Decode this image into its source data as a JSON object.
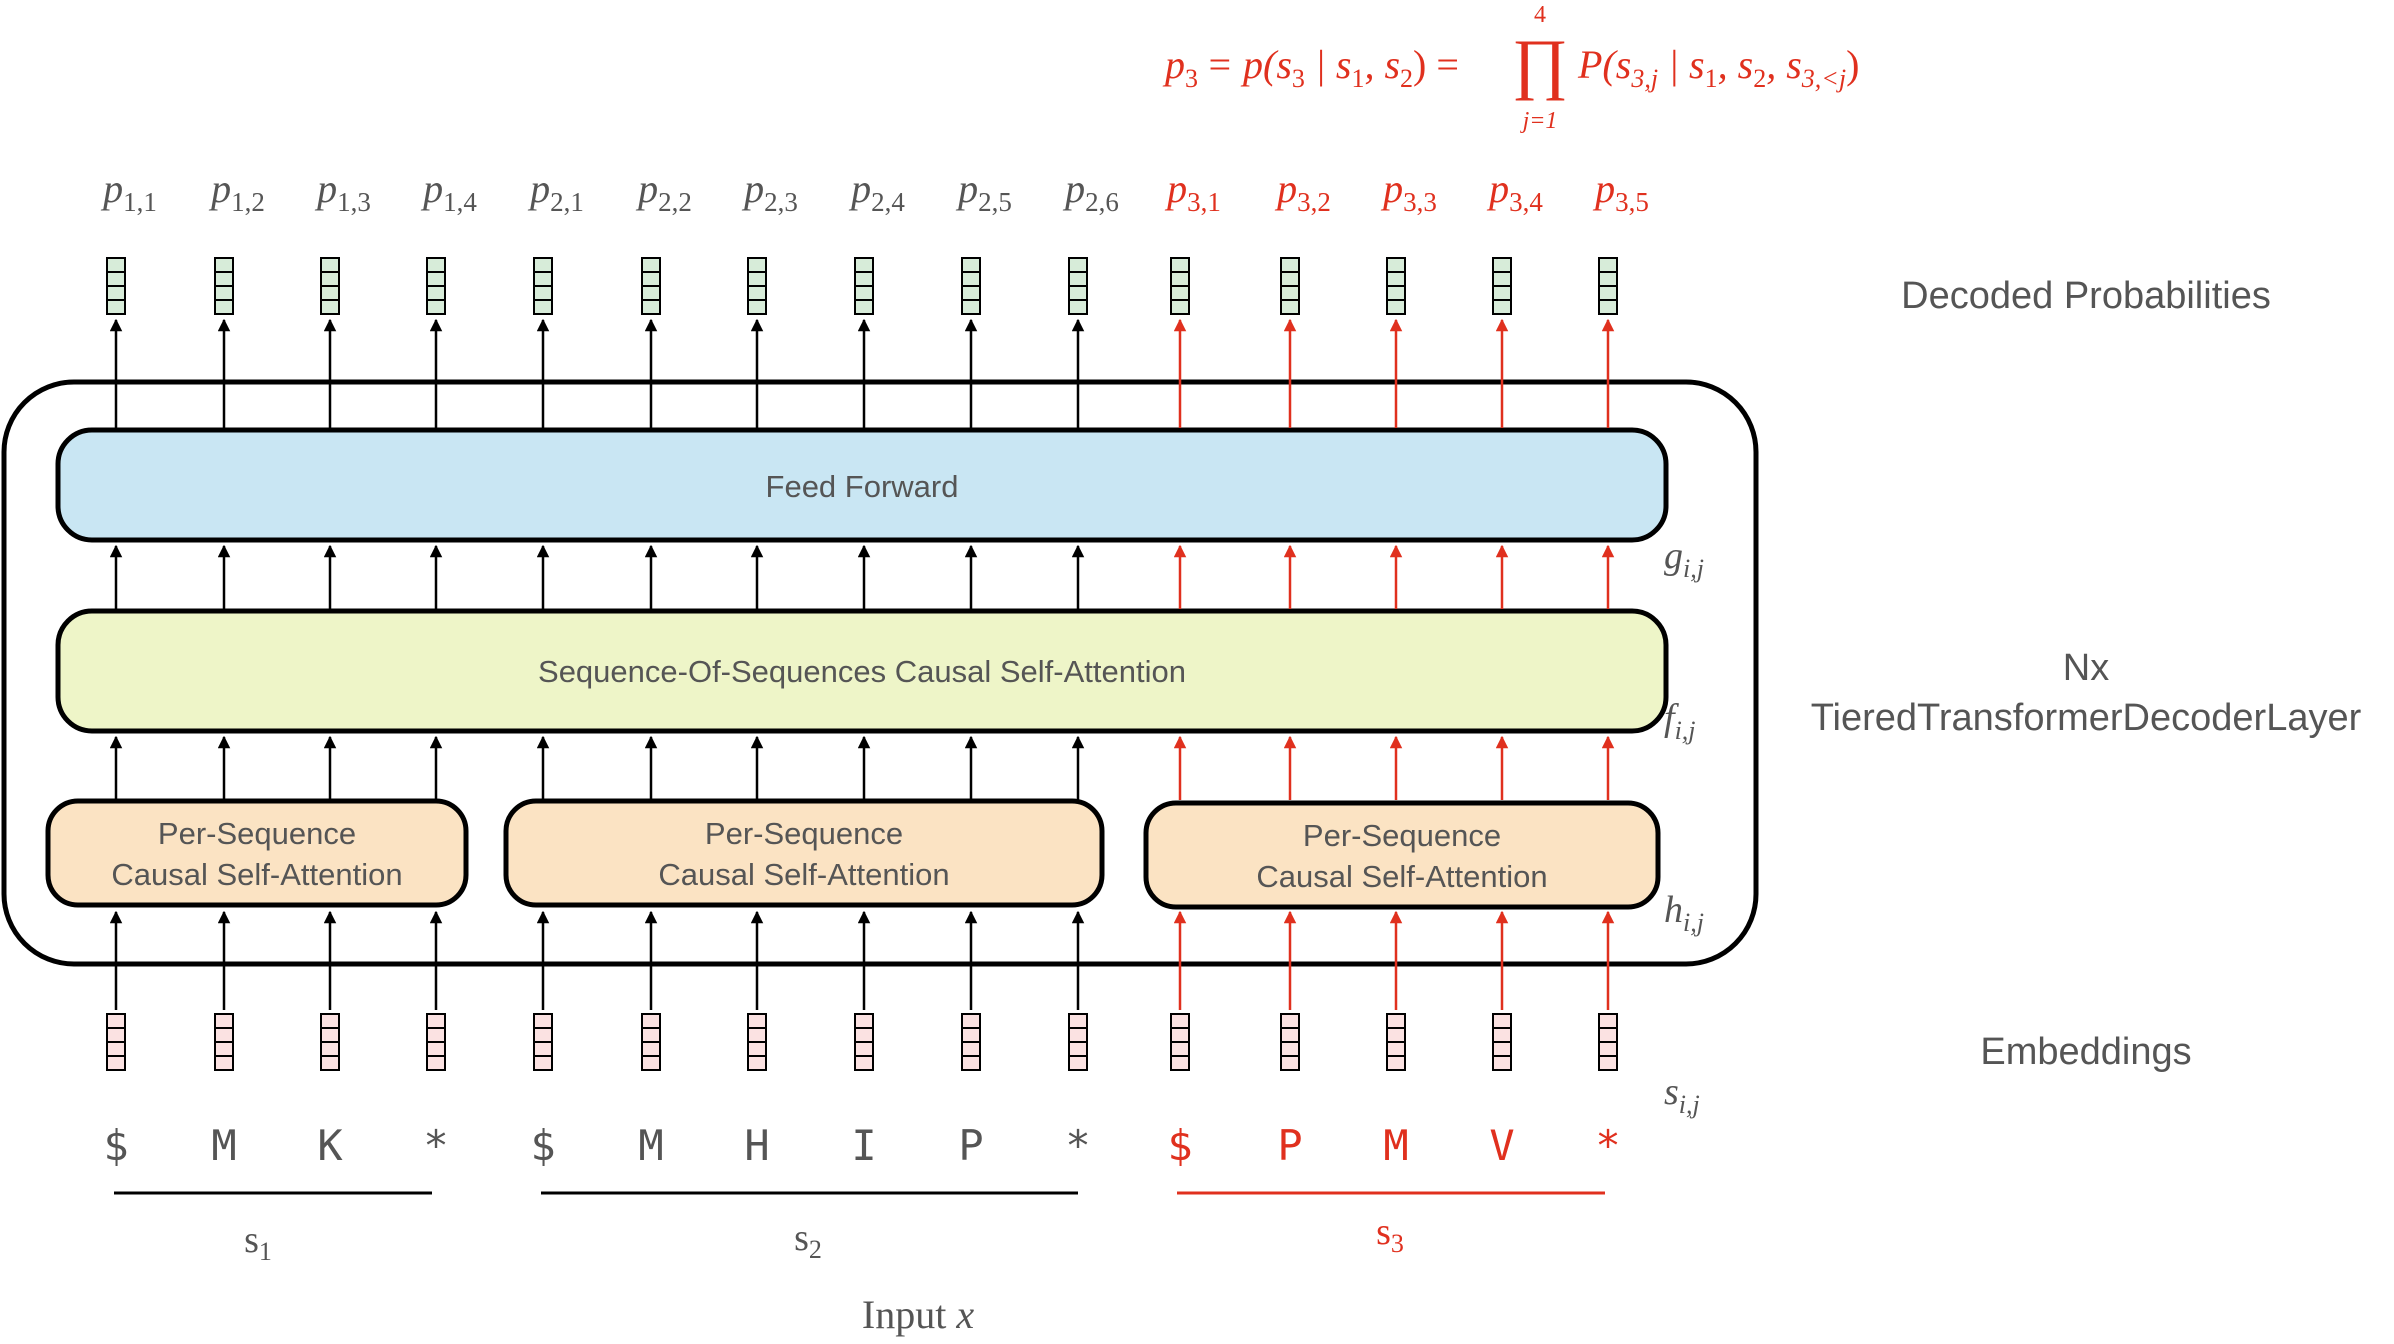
{
  "formula": {
    "lhs": "p",
    "lhs_sub": "3",
    "prob_open": "= p(s",
    "cond_sub": "3",
    "cond_rest": " | s",
    "s1_sub": "1",
    "comma": ", s",
    "s2_sub": "2",
    "close_eq": ") =",
    "product_top": "4",
    "product_bottom": "j=1",
    "rhs": "P(s",
    "rhs_sub": "3,j",
    "rhs_rest": " | s",
    "rhs_s1": "1",
    "rhs_comma1": ", s",
    "rhs_s2": "2",
    "rhs_comma2": ", s",
    "rhs_s3": "3,<j",
    "rhs_close": ")"
  },
  "prob_labels": [
    {
      "base": "p",
      "sub": "1,1"
    },
    {
      "base": "p",
      "sub": "1,2"
    },
    {
      "base": "p",
      "sub": "1,3"
    },
    {
      "base": "p",
      "sub": "1,4"
    },
    {
      "base": "p",
      "sub": "2,1"
    },
    {
      "base": "p",
      "sub": "2,2"
    },
    {
      "base": "p",
      "sub": "2,3"
    },
    {
      "base": "p",
      "sub": "2,4"
    },
    {
      "base": "p",
      "sub": "2,5"
    },
    {
      "base": "p",
      "sub": "2,6"
    },
    {
      "base": "p",
      "sub": "3,1"
    },
    {
      "base": "p",
      "sub": "3,2"
    },
    {
      "base": "p",
      "sub": "3,3"
    },
    {
      "base": "p",
      "sub": "3,4"
    },
    {
      "base": "p",
      "sub": "3,5"
    }
  ],
  "tokens": [
    "$",
    "M",
    "K",
    "*",
    "$",
    "M",
    "H",
    "I",
    "P",
    "*",
    "$",
    "P",
    "M",
    "V",
    "*"
  ],
  "blocks": {
    "feed_forward": "Feed Forward",
    "sos_attention": "Sequence-Of-Sequences Causal Self-Attention",
    "per_seq_line1": "Per-Sequence",
    "per_seq_line2": "Causal Self-Attention"
  },
  "side_labels": {
    "g": {
      "base": "g",
      "sub": "i,j"
    },
    "f": {
      "base": "f",
      "sub": "i,j"
    },
    "h": {
      "base": "h",
      "sub": "i,j"
    },
    "s": {
      "base": "s",
      "sub": "i,j"
    }
  },
  "right_labels": {
    "decoded": "Decoded Probabilities",
    "nx": "Nx",
    "layer": "TieredTransformerDecoderLayer",
    "embeddings": "Embeddings"
  },
  "sequences": [
    {
      "base": "s",
      "sub": "1"
    },
    {
      "base": "s",
      "sub": "2"
    },
    {
      "base": "s",
      "sub": "3"
    }
  ],
  "input_label": {
    "text": "Input ",
    "var": "x"
  },
  "colors": {
    "highlight": "#e0301e",
    "dark": "#000000",
    "text_gray": "#555555",
    "feed_forward_fill": "#c9e6f3",
    "sos_fill": "#eef5c8",
    "per_seq_fill": "#fbe3c3",
    "output_cell_fill": "#d7ecd9",
    "embed_cell_fill": "#fbe2e2"
  }
}
